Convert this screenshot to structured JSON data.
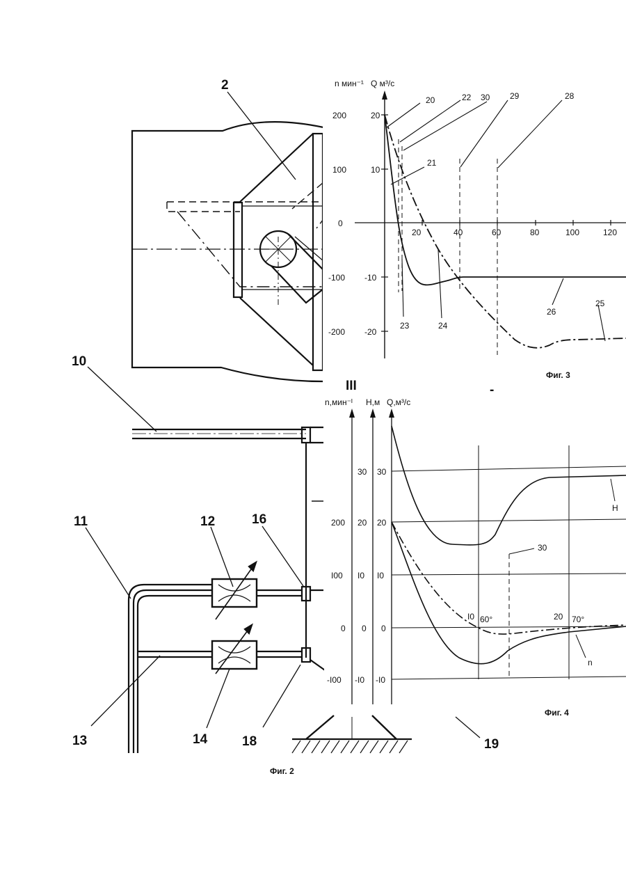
{
  "fig2": {
    "caption": "Фиг. 2",
    "callouts": {
      "c2": "2",
      "c10": "10",
      "c11": "11",
      "c12": "12",
      "c13": "13",
      "c14": "14",
      "c16": "16",
      "c18": "18",
      "c19": "19"
    }
  },
  "fig3": {
    "caption": "Фиг. 3",
    "axis_label_n": "n мин⁻¹",
    "axis_label_q": "Q м³/с",
    "n_ticks": [
      "200",
      "100",
      "0",
      "-100",
      "-200"
    ],
    "q_ticks": [
      "20",
      "10",
      "-10",
      "-20"
    ],
    "x_ticks": [
      "20",
      "40",
      "60",
      "80",
      "100",
      "120"
    ],
    "callouts": {
      "c20": "20",
      "c21": "21",
      "c22": "22",
      "c23": "23",
      "c24": "24",
      "c25": "25",
      "c26": "26",
      "c28": "28",
      "c29": "29",
      "c30": "30"
    }
  },
  "fig4": {
    "caption": "Фиг. 4",
    "roman_label": "III",
    "dash_mark": "-",
    "axis_label_n": "n,мин⁻ᴵ",
    "axis_label_h": "H,м",
    "axis_label_q": "Q,м³/с",
    "n_ticks": [
      "200",
      "I00",
      "0",
      "-I00"
    ],
    "h_ticks": [
      "30",
      "20",
      "I0",
      "0",
      "-I0"
    ],
    "q_ticks": [
      "30",
      "20",
      "I0",
      "0",
      "-I0"
    ],
    "x_ticks": [
      "I0",
      "20"
    ],
    "angle_labels": [
      "60°",
      "70°"
    ],
    "curve_labels": {
      "h": "H",
      "n": "n",
      "c30": "30"
    }
  }
}
